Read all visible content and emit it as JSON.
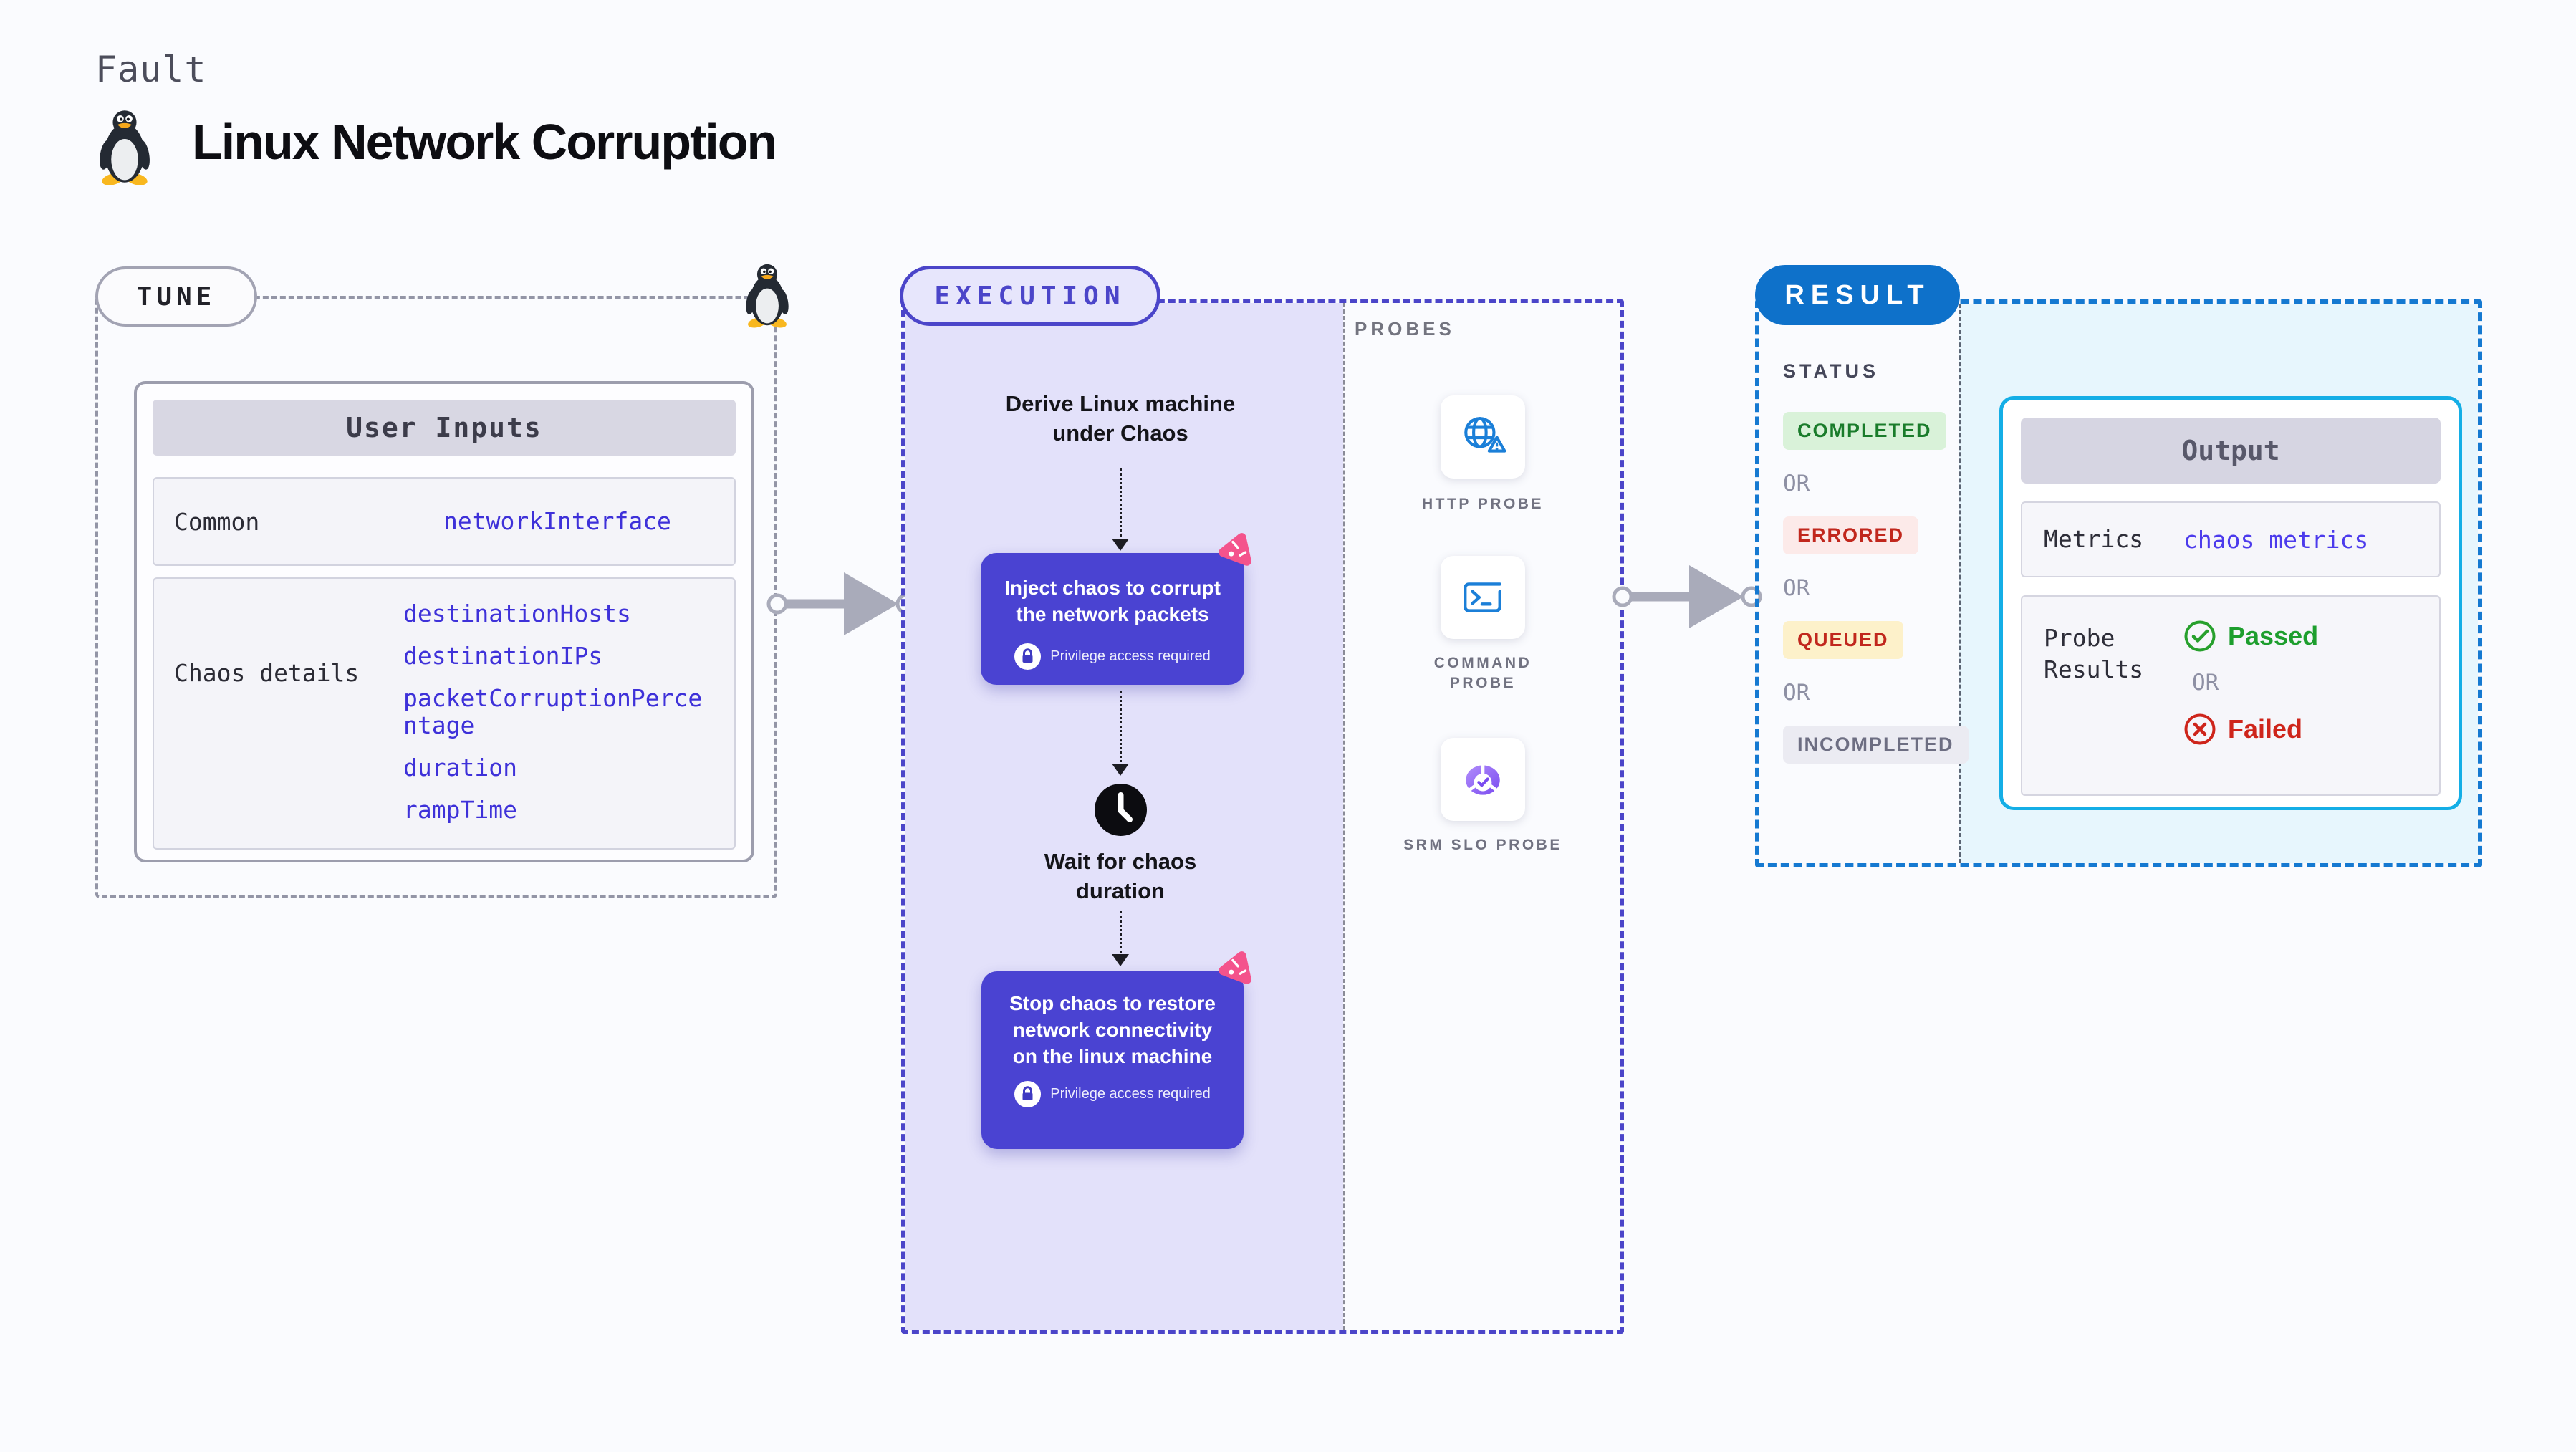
{
  "header": {
    "kicker": "Fault",
    "title": "Linux Network Corruption"
  },
  "tune": {
    "badge": "TUNE",
    "card_title": "User Inputs",
    "rows": [
      {
        "label": "Common",
        "values": [
          "networkInterface"
        ]
      },
      {
        "label": "Chaos details",
        "values": [
          "destinationHosts",
          "destinationIPs",
          "packetCorruptionPercentage",
          "duration",
          "rampTime"
        ]
      }
    ]
  },
  "execution": {
    "badge": "EXECUTION",
    "steps": {
      "derive": "Derive Linux machine under Chaos",
      "inject": "Inject chaos to corrupt the network packets",
      "wait": "Wait for chaos duration",
      "stop": "Stop chaos to restore network connectivity on the linux machine"
    },
    "privilege_note": "Privilege access required"
  },
  "probes": {
    "label": "PROBES",
    "items": [
      {
        "label": "HTTP PROBE",
        "icon": "globe-alert-icon"
      },
      {
        "label": "COMMAND PROBE",
        "icon": "terminal-icon"
      },
      {
        "label": "SRM SLO PROBE",
        "icon": "slo-donut-icon"
      }
    ]
  },
  "result": {
    "badge": "RESULT",
    "status_label": "STATUS",
    "or_label": "OR",
    "statuses": [
      {
        "label": "COMPLETED",
        "type": "success"
      },
      {
        "label": "ERRORED",
        "type": "error"
      },
      {
        "label": "QUEUED",
        "type": "warning"
      },
      {
        "label": "INCOMPLETED",
        "type": "muted"
      }
    ],
    "output": {
      "title": "Output",
      "metrics_label": "Metrics",
      "metrics_value": "chaos metrics",
      "probe_results_label": "Probe Results",
      "passed": "Passed",
      "failed": "Failed"
    }
  },
  "colors": {
    "indigo_accent": "#4a43d2",
    "lavender_panel": "#e3e1fa",
    "result_blue": "#0e71ca",
    "output_border_cyan": "#14aee6",
    "cyan_panel": "#e7f6fd",
    "chaos_pink": "#f4538c",
    "passed_green": "#1d9e2d",
    "failed_red": "#ce251b",
    "link_indigo": "#3e31d9",
    "arrow_gray": "#a9abba"
  }
}
